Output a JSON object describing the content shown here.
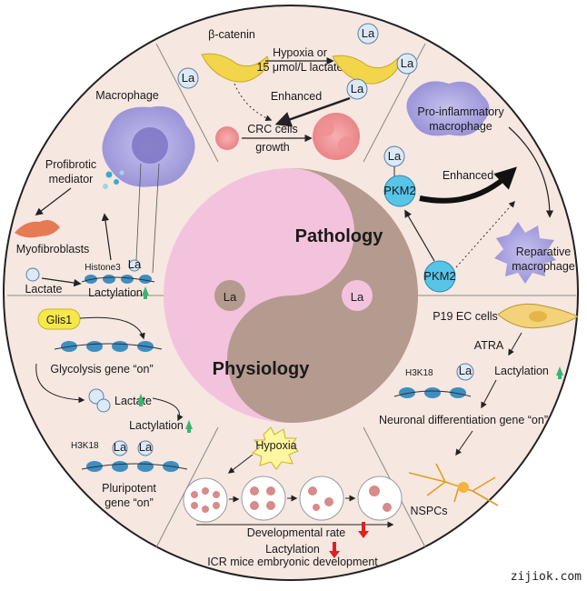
{
  "center": {
    "top_half": "Pathology",
    "bottom_half": "Physiology",
    "left_dot": "La",
    "right_dot": "La"
  },
  "top": {
    "beta_catenin": "β-catenin",
    "condition_line1": "Hypoxia or",
    "condition_line2": "15 μmol/L lactate",
    "enhanced": "Enhanced",
    "crc_line1": "CRC cells",
    "crc_line2": "growth",
    "la": "La"
  },
  "top_left": {
    "macrophage": "Macrophage",
    "profibrotic_line1": "Profibrotic",
    "profibrotic_line2": "mediator",
    "myofibroblasts": "Myofibroblasts",
    "histone3": "Histone3",
    "lactate": "Lactate",
    "lactylation": "Lactylation",
    "la": "La"
  },
  "top_right": {
    "pro_inflam_line1": "Pro-inflammatory",
    "pro_inflam_line2": "macrophage",
    "enhanced": "Enhanced",
    "pkm2": "PKM2",
    "reparative_line1": "Reparative",
    "reparative_line2": "macrophage",
    "la": "La"
  },
  "bottom_left": {
    "glis1": "Glis1",
    "glycolysis": "Glycolysis gene “on”",
    "lactate": "Lactate",
    "lactylation": "Lactylation",
    "h3k18": "H3K18",
    "pluripotent_line1": "Pluripotent",
    "pluripotent_line2": "gene “on”",
    "la": "La"
  },
  "bottom": {
    "hypoxia": "Hypoxia",
    "developmental_rate": "Developmental rate",
    "lactylation": "Lactylation",
    "icr": "ICR mice embryonic development"
  },
  "bottom_right": {
    "p19": "P19 EC cells",
    "atra": "ATRA",
    "lactylation": "Lactylation",
    "h3k18": "H3K18",
    "neuronal": "Neuronal differentiation gene “on”",
    "nspcs": "NSPCs",
    "la": "La"
  },
  "watermark": "zijiok.com",
  "colors": {
    "background": "#f6e7e1",
    "pathology": "#b49a8f",
    "physiology": "#f3c3dd",
    "la_bubble": "#dce9f6",
    "pkm2": "#58c4e8",
    "macrophage": "#a9a3dd",
    "up_arrow": "#3cb371",
    "down_arrow": "#e02020"
  }
}
